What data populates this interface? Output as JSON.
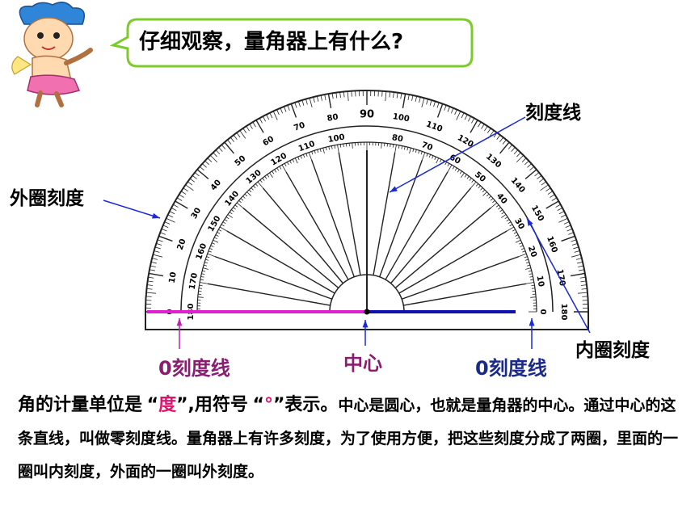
{
  "bubble": {
    "text": "仔细观察，量角器上有什么?"
  },
  "labels": {
    "outer_scale": "外圈刻度",
    "scale_line": "刻度线",
    "inner_scale": "内圈刻度",
    "zero_line_left": "0刻度线",
    "center": "中心",
    "zero_line_right": "0刻度线"
  },
  "protractor": {
    "outer_numbers": [
      "0",
      "10",
      "20",
      "30",
      "40",
      "50",
      "60",
      "70",
      "80",
      "90",
      "100",
      "110",
      "120",
      "130",
      "140",
      "150",
      "160",
      "170",
      "180"
    ],
    "inner_numbers": [
      "180",
      "170",
      "160",
      "150",
      "140",
      "130",
      "120",
      "110",
      "100",
      "90",
      "80",
      "70",
      "60",
      "50",
      "40",
      "30",
      "20",
      "10",
      "0"
    ]
  },
  "description": {
    "part1": "角的计量单位是",
    "quote_open_1": "“",
    "unit_word": "度",
    "part2": "”,用符号",
    "quote_open_2": "“",
    "symbol": "°",
    "part3": "”表示。",
    "part4": "中心是圆心，也就是量角器的中心。通过中心的这条直线，叫做零刻度线。量角器上有许多刻度，为了使用方便，把这些刻度分成了两圈，里面的一圈叫内刻度，外面的一圈叫外刻度。"
  },
  "colors": {
    "zero_line_left": "#e020d0",
    "zero_line_right": "#1010b0",
    "arrow": "#1a2ad8",
    "arrow_magenta": "#c020b0",
    "highlight_red": "#e0126b"
  }
}
